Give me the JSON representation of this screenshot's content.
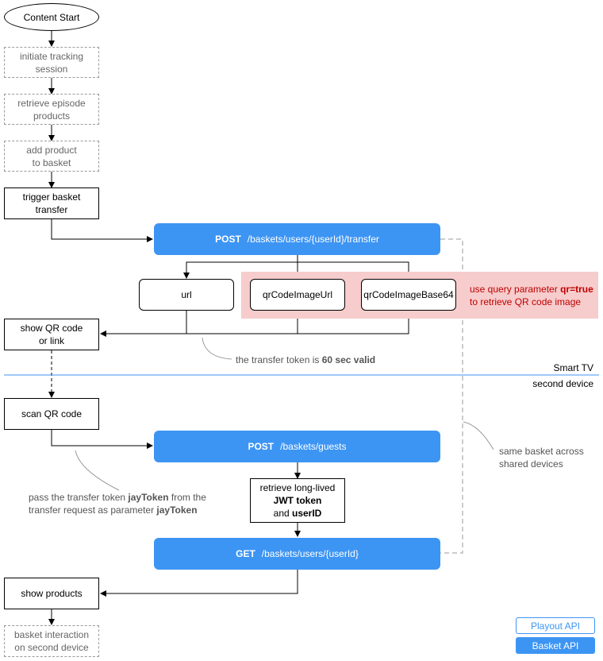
{
  "start": "Content Start",
  "steps": {
    "initiate": [
      "initiate tracking",
      "session"
    ],
    "retrieve_products": [
      "retrieve episode",
      "products"
    ],
    "add_product": [
      "add product",
      "to basket"
    ],
    "trigger": [
      "trigger basket",
      "transfer"
    ],
    "show_qr": [
      "show QR code",
      "or link"
    ],
    "scan_qr": "scan QR code",
    "show_products": "show products",
    "basket_interaction": [
      "basket interaction",
      "on second device"
    ],
    "retrieve_jwt": {
      "l1": "retrieve long-lived",
      "l2_bold": "JWT token",
      "l3_pre": "and ",
      "l3_bold": "userID"
    }
  },
  "api": {
    "transfer": {
      "method": "POST",
      "path": "/baskets/users/{userId}/transfer"
    },
    "guests": {
      "method": "POST",
      "path": "/baskets/guests"
    },
    "get_basket": {
      "method": "GET",
      "path": "/baskets/users/{userId}"
    }
  },
  "responses": {
    "url": "url",
    "qr_url": "qrCodeImageUrl",
    "qr_b64": "qrCodeImageBase64"
  },
  "notes": {
    "qr_param": {
      "pre": "use query parameter ",
      "bold": "qr=true",
      "post": "to retrieve QR code image"
    },
    "token_valid": {
      "pre": "the transfer token is ",
      "bold": "60 sec valid"
    },
    "same_basket": [
      "same basket across",
      "shared devices"
    ],
    "pass_token": {
      "l1_pre": "pass the transfer token ",
      "l1_bold": "jayToken",
      "l1_post": " from the",
      "l2_pre": "transfer request as parameter ",
      "l2_bold": "jayToken"
    }
  },
  "lanes": {
    "top": "Smart TV",
    "bottom": "second device"
  },
  "legend": {
    "playout": "Playout API",
    "basket": "Basket API"
  },
  "colors": {
    "api_blue": "#3d95f3",
    "highlight_red": "#f7cccc",
    "note_red": "#c00000",
    "lane_line": "#3d95f3"
  }
}
